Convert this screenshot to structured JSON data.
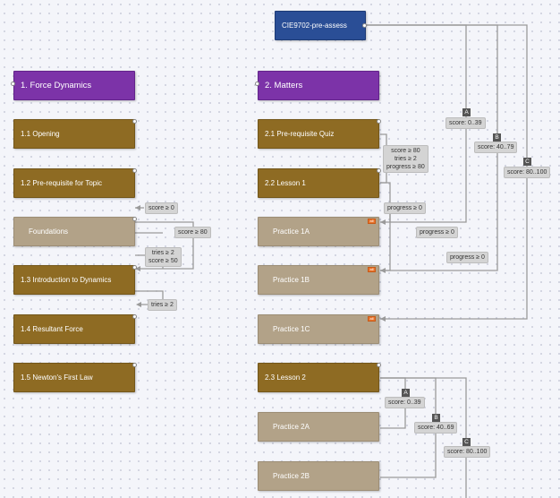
{
  "nodes": {
    "root": "CIE9702-pre-assess",
    "sec1": "1. Force Dynamics",
    "sec2": "2. Matters",
    "n11": "1.1 Opening",
    "n12": "1.2 Pre-requisite for Topic",
    "foundations": "Foundations",
    "n13": "1.3 Introduction to Dynamics",
    "n14": "1.4 Resultant Force",
    "n15": "1.5 Newton's First Law",
    "n21": "2.1 Pre-requisite Quiz",
    "n22": "2.2 Lesson 1",
    "p1a": "Practice 1A",
    "p1b": "Practice 1B",
    "p1c": "Practice 1C",
    "n23": "2.3 Lesson 2",
    "p2a": "Practice 2A",
    "p2b": "Practice 2B"
  },
  "badges": {
    "adaptive": "all"
  },
  "conditions": {
    "score_ge0": "score ≥ 0",
    "score_ge80": "score ≥ 80",
    "tries2_line1": "tries ≥ 2",
    "tries2_line2": "score ≥ 50",
    "tries_ge2": "tries ≥ 2",
    "gate_line1": "score ≥ 80",
    "gate_line2": "tries ≥ 2",
    "gate_line3": "progress ≥ 80",
    "progress0_a": "progress ≥ 0",
    "progress0_b": "progress ≥ 0",
    "progress0_c": "progress ≥ 0",
    "score_0_39": "score: 0..39",
    "score_40_79": "score: 40..79",
    "score_80_100": "score: 80..100",
    "score_0_39_b": "score: 0..39",
    "score_40_69": "score: 40..69",
    "score_80_100_b": "score: 80..100"
  },
  "letters": {
    "a": "A",
    "b": "B",
    "c": "C"
  }
}
